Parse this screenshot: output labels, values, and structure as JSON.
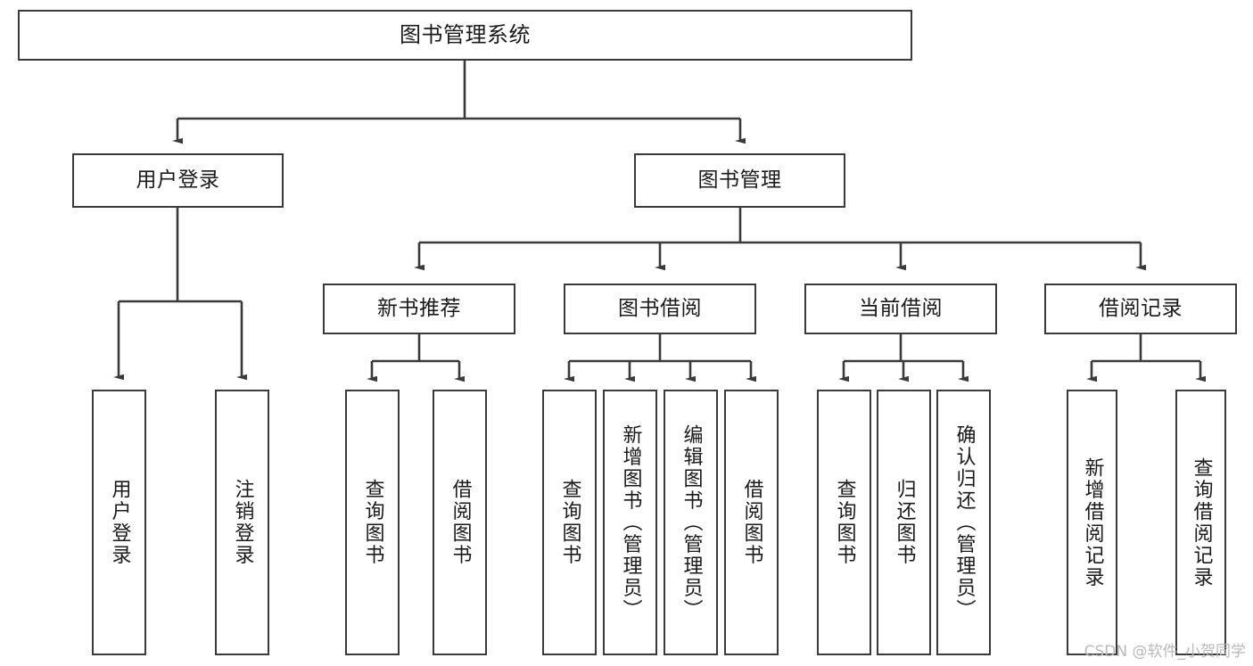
{
  "diagram": {
    "title": "图书管理系统",
    "type": "tree",
    "watermark": "CSDN @软件_小贺同学",
    "colors": {
      "box_border": "#3a3a3a",
      "box_fill": "#ffffff",
      "edge": "#3a3a3a",
      "text": "#1a1a1a",
      "watermark": "#b9b9b9"
    },
    "nodes": {
      "root": {
        "label": "图书管理系统"
      },
      "level1": [
        {
          "label": "用户登录"
        },
        {
          "label": "图书管理"
        }
      ],
      "level2": [
        {
          "label": "新书推荐"
        },
        {
          "label": "图书借阅"
        },
        {
          "label": "当前借阅"
        },
        {
          "label": "借阅记录"
        }
      ],
      "leaves": {
        "user_login": [
          {
            "label": "用户登录"
          },
          {
            "label": "注销登录"
          }
        ],
        "new_book_recommend": [
          {
            "label": "查询图书"
          },
          {
            "label": "借阅图书"
          }
        ],
        "book_borrow": [
          {
            "label": "查询图书"
          },
          {
            "label": "新增图书（管理员）"
          },
          {
            "label": "编辑图书（管理员）"
          },
          {
            "label": "借阅图书"
          }
        ],
        "current_borrow": [
          {
            "label": "查询图书"
          },
          {
            "label": "归还图书"
          },
          {
            "label": "确认归还（管理员）"
          }
        ],
        "borrow_record": [
          {
            "label": "新增借阅记录"
          },
          {
            "label": "查询借阅记录"
          }
        ]
      }
    }
  }
}
